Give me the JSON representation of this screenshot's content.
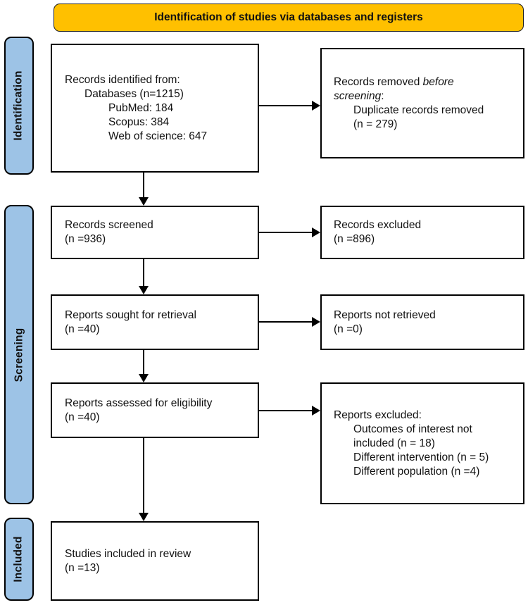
{
  "banner": {
    "title": "Identification of studies via databases and registers"
  },
  "colors": {
    "banner_bg": "#FFC000",
    "stage_bg": "#9DC3E6",
    "box_border": "#000000"
  },
  "stages": {
    "identification": "Identification",
    "screening": "Screening",
    "included": "Included"
  },
  "boxes": {
    "records_identified": {
      "line1": "Records identified from:",
      "line2": "Databases (n=1215)",
      "line3": "PubMed: 184",
      "line4": "Scopus: 384",
      "line5": "Web of science: 647"
    },
    "records_removed": {
      "line1_normal": "Records removed",
      "line1_italic": "before",
      "line2_italic": "screening",
      "line2_colon": ":",
      "line3": "Duplicate records removed",
      "line4": "(n = 279)"
    },
    "records_screened": {
      "line1": "Records screened",
      "line2": "(n =936)"
    },
    "records_excluded": {
      "line1": "Records excluded",
      "line2": "(n =896)"
    },
    "reports_sought": {
      "line1": "Reports sought for retrieval",
      "line2": "(n =40)"
    },
    "reports_not_retrieved": {
      "line1": "Reports not retrieved",
      "line2": "(n =0)"
    },
    "reports_assessed": {
      "line1": "Reports assessed for eligibility",
      "line2": "(n =40)"
    },
    "reports_excluded": {
      "line1": "Reports excluded:",
      "line2": "Outcomes of interest not",
      "line3": "included (n = 18)",
      "line4": "Different intervention (n = 5)",
      "line5": "Different population (n =4)"
    },
    "studies_included": {
      "line1": "Studies included in review",
      "line2": "(n =13)"
    }
  }
}
